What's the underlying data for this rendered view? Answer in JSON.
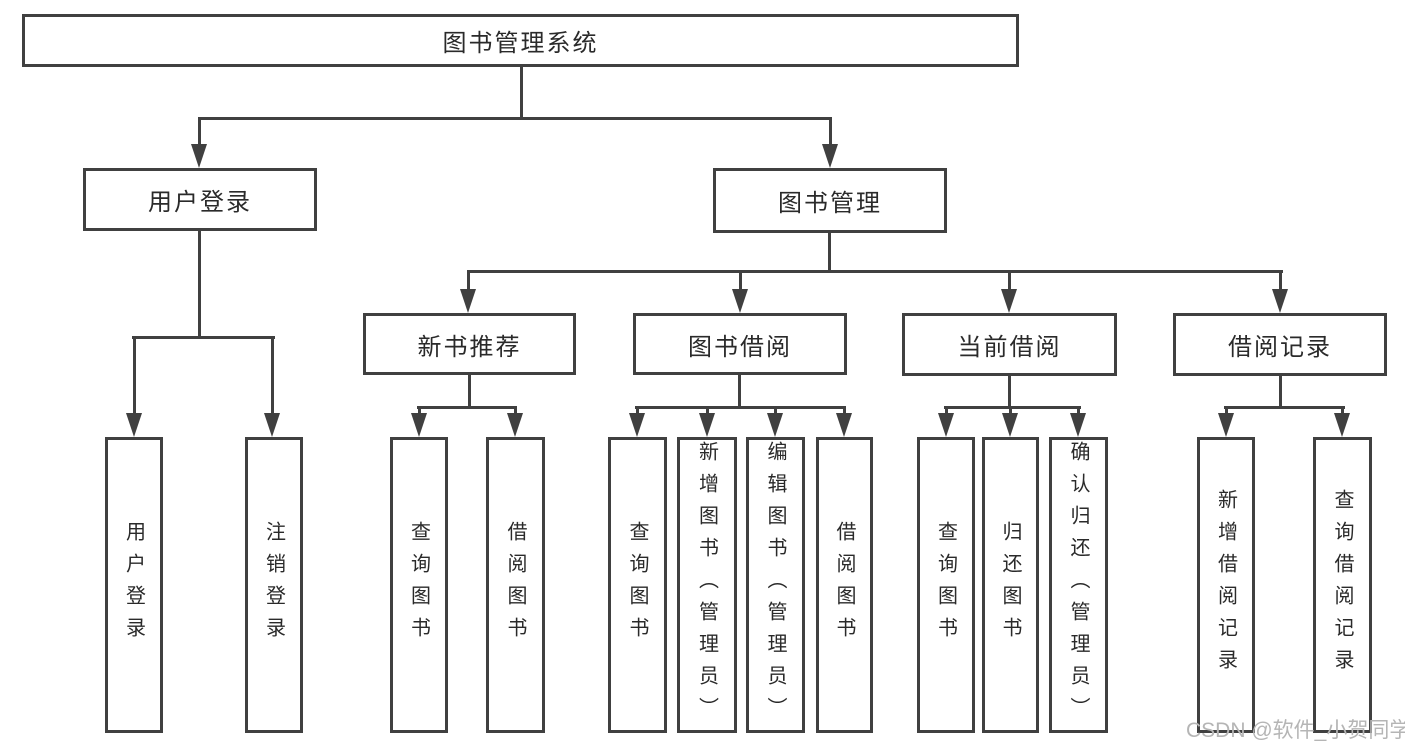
{
  "tree": {
    "root": {
      "label": "图书管理系统"
    },
    "branches": [
      {
        "label": "用户登录",
        "children": [
          {
            "label": "用户登录"
          },
          {
            "label": "注销登录"
          }
        ]
      },
      {
        "label": "图书管理",
        "children": [
          {
            "label": "新书推荐",
            "children": [
              {
                "label": "查询图书"
              },
              {
                "label": "借阅图书"
              }
            ]
          },
          {
            "label": "图书借阅",
            "children": [
              {
                "label": "查询图书"
              },
              {
                "label": "新增图书（管理员）"
              },
              {
                "label": "编辑图书（管理员）"
              },
              {
                "label": "借阅图书"
              }
            ]
          },
          {
            "label": "当前借阅",
            "children": [
              {
                "label": "查询图书"
              },
              {
                "label": "归还图书"
              },
              {
                "label": "确认归还（管理员）"
              }
            ]
          },
          {
            "label": "借阅记录",
            "children": [
              {
                "label": "新增借阅记录"
              },
              {
                "label": "查询借阅记录"
              }
            ]
          }
        ]
      }
    ]
  },
  "watermark": {
    "text": "CSDN @软件_小贺同学"
  },
  "colors": {
    "line": "#404040",
    "border": "#404040",
    "text": "#2a2a2a",
    "watermark": "#b5b5b5",
    "background": "#ffffff"
  }
}
